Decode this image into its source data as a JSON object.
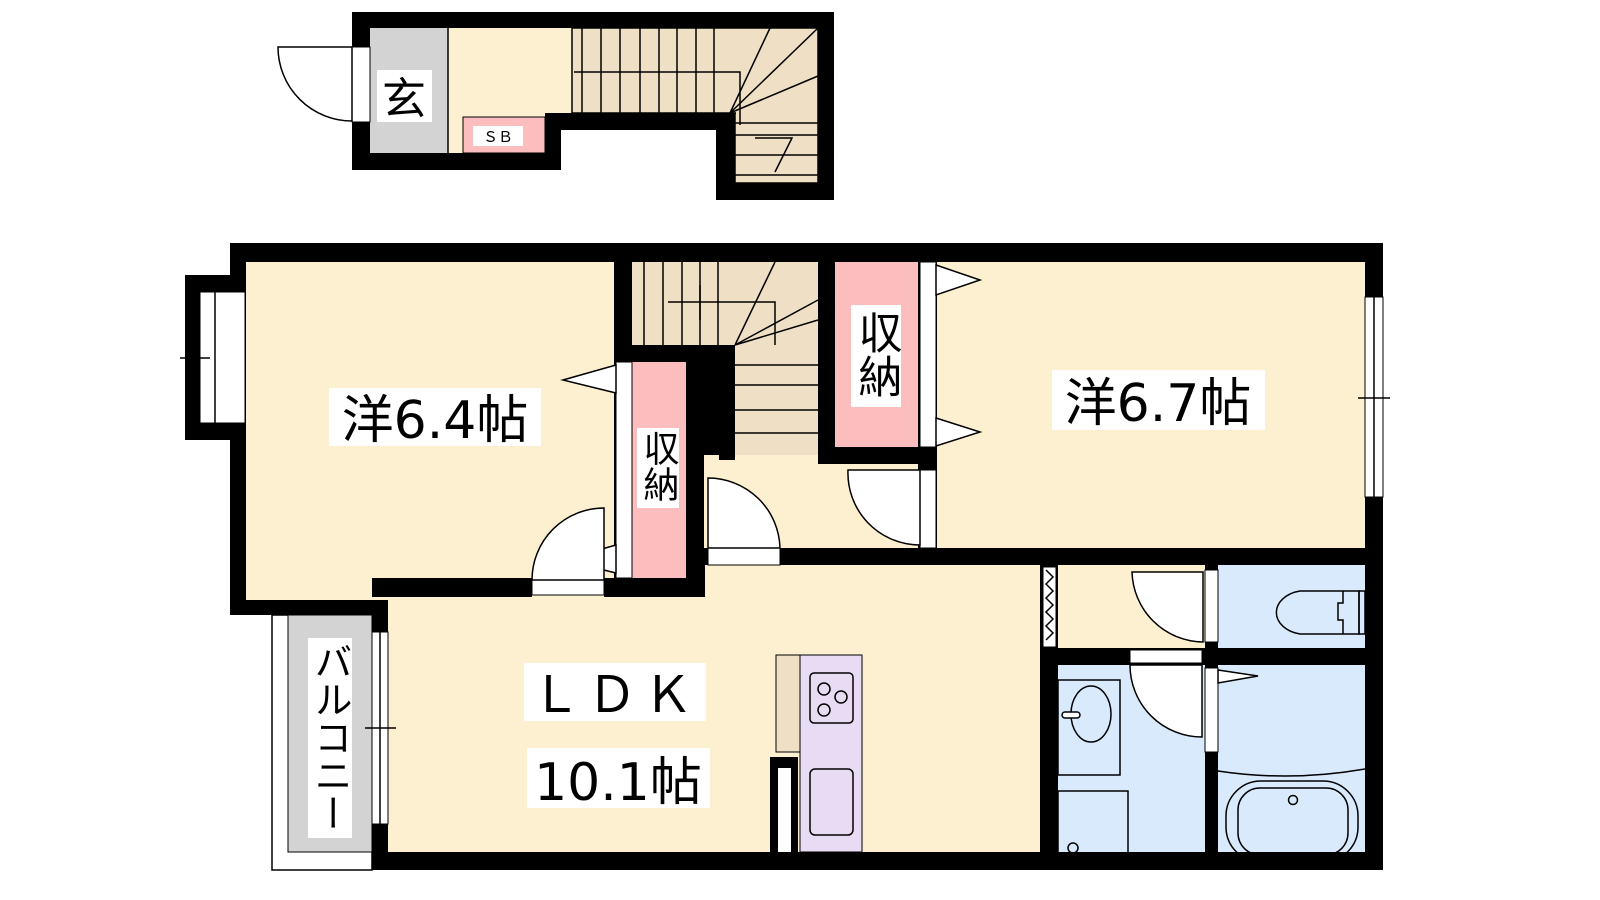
{
  "colors": {
    "wall": "#000000",
    "room": "#fdf0d0",
    "genkan": "#d3d3d3",
    "stairs": "#efdfc4",
    "storage": "#fbbdbd",
    "wet_area": "#daeafd",
    "kitchen": "#e8dcf4",
    "balcony": "#d3d3d3"
  },
  "upper": {
    "genkan_label": "玄",
    "shoe_box_label": "ＳＢ"
  },
  "lower": {
    "western_room_1": {
      "name": "洋6.4帖"
    },
    "western_room_2": {
      "name": "洋6.7帖"
    },
    "storage_1": {
      "name": "収納"
    },
    "storage_2": {
      "name": "収納"
    },
    "ldk": {
      "name": "ＬＤＫ",
      "size": "10.1帖"
    },
    "balcony": {
      "name": "バルコニー"
    }
  }
}
